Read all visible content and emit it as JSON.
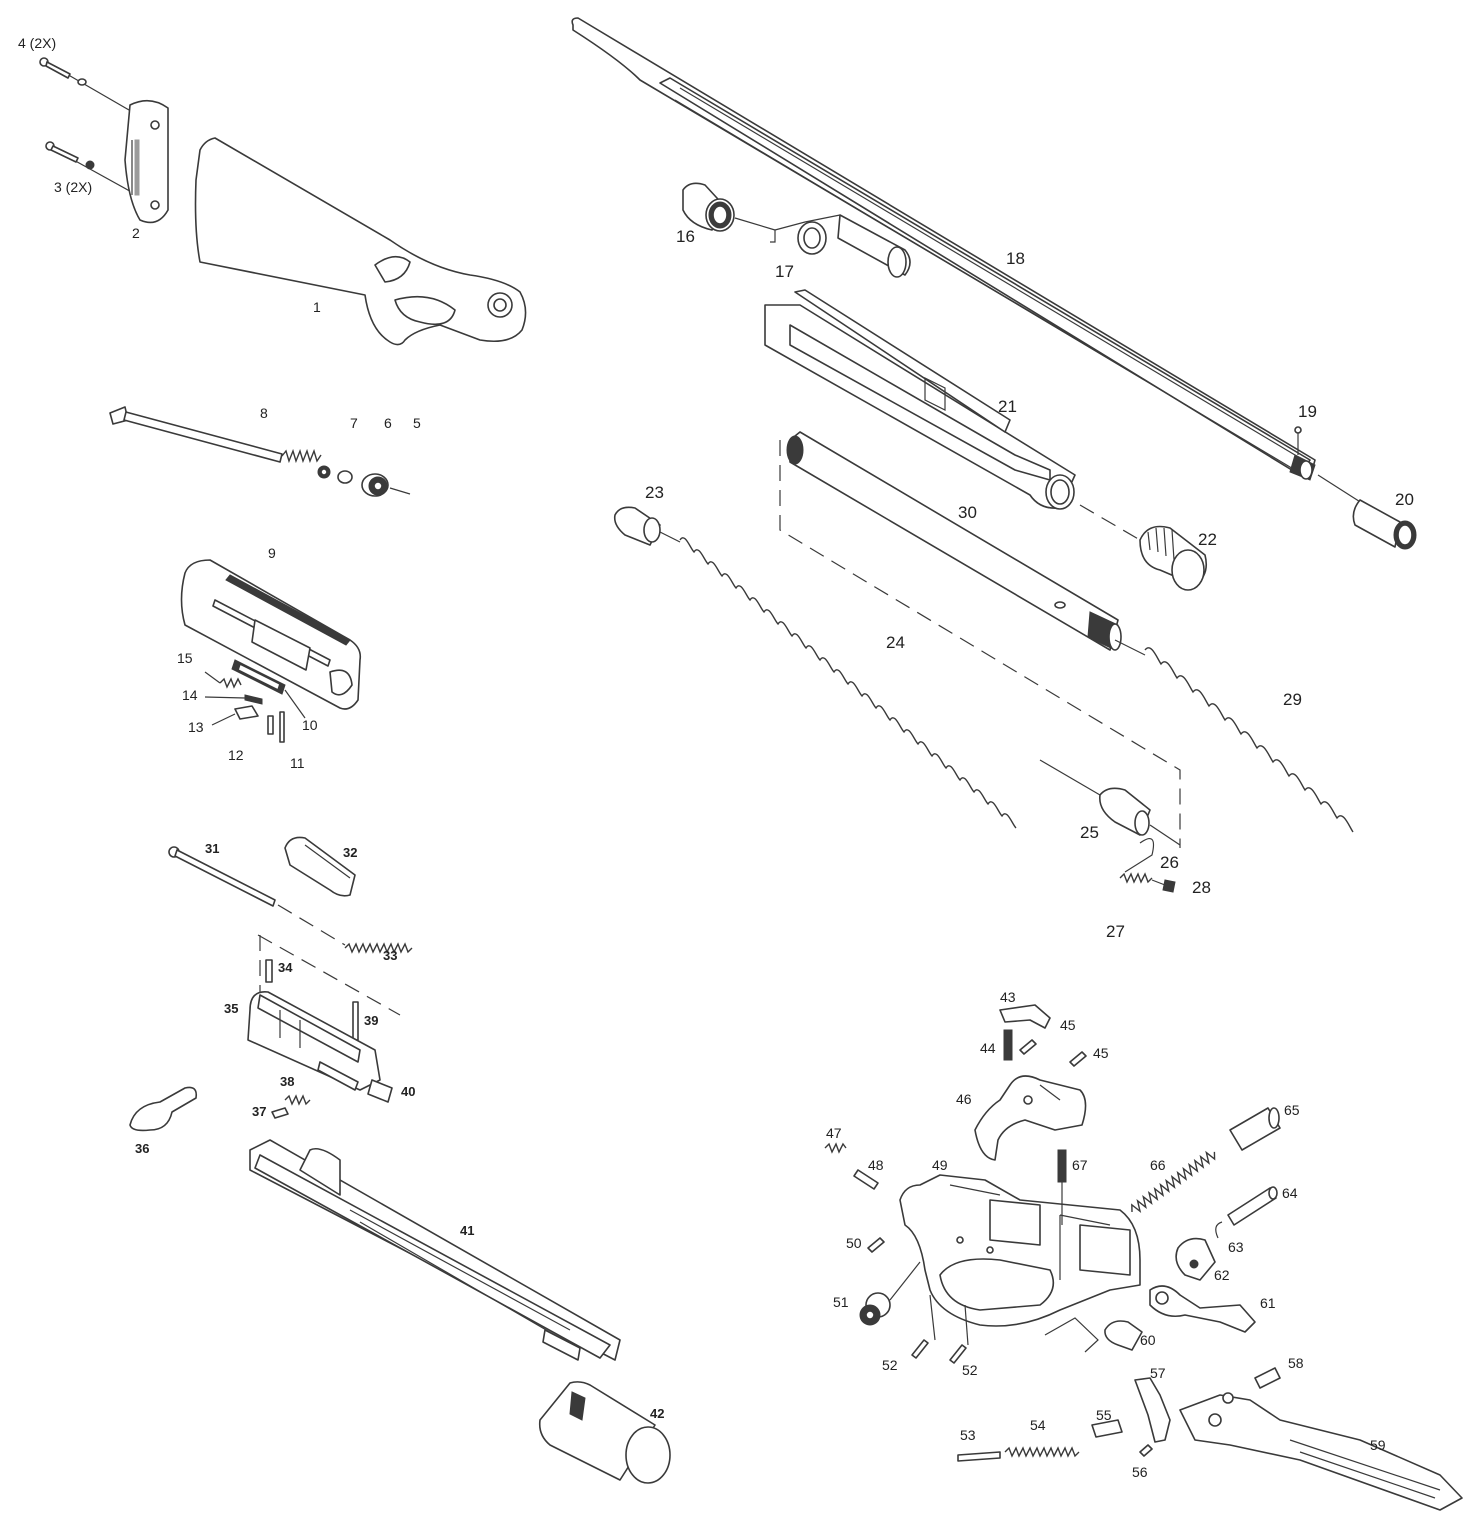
{
  "diagram": {
    "labels": {
      "p1": "1",
      "p2": "2",
      "p3": "3 (2X)",
      "p4": "4 (2X)",
      "p5": "5",
      "p6": "6",
      "p7": "7",
      "p8": "8",
      "p9": "9",
      "p10": "10",
      "p11": "11",
      "p12": "12",
      "p13": "13",
      "p14": "14",
      "p15": "15",
      "p16": "16",
      "p17": "17",
      "p18": "18",
      "p19": "19",
      "p20": "20",
      "p21": "21",
      "p22": "22",
      "p23": "23",
      "p24": "24",
      "p25": "25",
      "p26": "26",
      "p27": "27",
      "p28": "28",
      "p29": "29",
      "p30": "30",
      "p31": "31",
      "p32": "32",
      "p33": "33",
      "p34": "34",
      "p35": "35",
      "p36": "36",
      "p37": "37",
      "p38": "38",
      "p39": "39",
      "p40": "40",
      "p41": "41",
      "p42": "42",
      "p43": "43",
      "p44": "44",
      "p45a": "45",
      "p45b": "45",
      "p46": "46",
      "p47": "47",
      "p48": "48",
      "p49": "49",
      "p50": "50",
      "p51": "51",
      "p52a": "52",
      "p52b": "52",
      "p53": "53",
      "p54": "54",
      "p55": "55",
      "p56": "56",
      "p57": "57",
      "p58": "58",
      "p59": "59",
      "p60": "60",
      "p61": "61",
      "p62": "62",
      "p63": "63",
      "p64": "64",
      "p65": "65",
      "p66": "66",
      "p67": "67"
    }
  }
}
